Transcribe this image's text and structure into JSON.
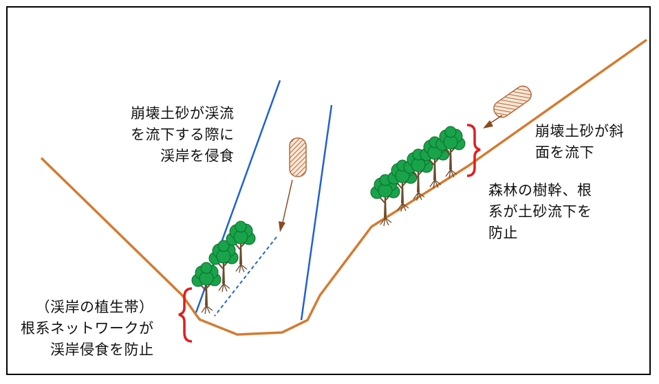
{
  "labels": {
    "stream_erosion": {
      "lines": [
        "崩壊土砂が渓流",
        "を流下する際に",
        "渓岸を侵食"
      ]
    },
    "slope_flow": {
      "lines": [
        "崩壊土砂が斜",
        "面を流下"
      ]
    },
    "forest_prevention": {
      "lines": [
        "森林の樹幹、根",
        "系が土砂流下を",
        "防止"
      ]
    },
    "bank_vegetation": {
      "lines": [
        "（渓岸の植生帯）",
        "根系ネットワークが",
        "渓岸侵食を防止"
      ]
    }
  },
  "colors": {
    "ground": "#d67a2e",
    "stream": "#1f5fd6",
    "brace": "#e01e1e",
    "tree_leaf": "#16a34a",
    "tree_trunk": "#6b4a2a",
    "sediment": "#b5683a"
  }
}
